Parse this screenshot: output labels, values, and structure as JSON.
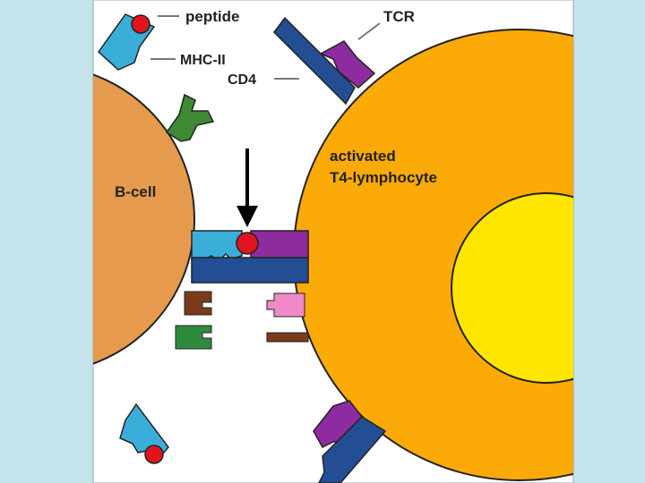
{
  "labels": {
    "peptide": "peptide",
    "mhc2": "MHC-II",
    "tcr": "TCR",
    "cd4": "CD4",
    "bcell": "B-cell",
    "tcell_line1": "activated",
    "tcell_line2": "T4-lymphocyte"
  },
  "colors": {
    "page_background": "#c5e3ea",
    "panel_background": "#ffffff",
    "b_cell": "#e69a4e",
    "t_cell": "#fbaa08",
    "nucleus": "#ffe600",
    "mhc2": "#3aaed8",
    "peptide": "#e1141e",
    "tcr": "#8e2b9e",
    "cd4": "#234e94",
    "antibody": "#3e8a33",
    "receptor_brown": "#7a3b1c",
    "receptor_pink": "#f08ac8",
    "green_block": "#2e8a3e",
    "arrow": "#000000"
  },
  "icons": {
    "arrow": "down-arrow-icon"
  }
}
